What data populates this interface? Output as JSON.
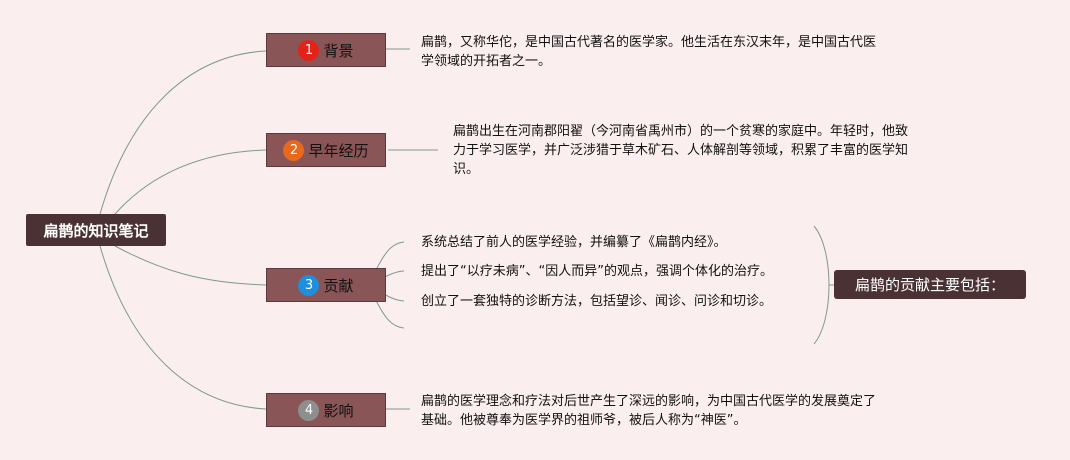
{
  "root": {
    "label": "扁鹊的知识笔记"
  },
  "branches": [
    {
      "number": "1",
      "label": "背景",
      "number_color": "#e2231a",
      "lines": [
        "扁鹊，又称华佗，是中国古代著名的医学家。他生活在东汉末年，是中国古代医",
        "学领域的开拓者之一。"
      ]
    },
    {
      "number": "2",
      "label": "早年经历",
      "number_color": "#e8691c",
      "lines": [
        "扁鹊出生在河南郡阳翟（今河南省禹州市）的一个贫寒的家庭中。年轻时，他致",
        "力于学习医学，并广泛涉猎于草木矿石、人体解剖等领域，积累了丰富的医学知",
        "识。"
      ]
    },
    {
      "number": "3",
      "label": "贡献",
      "number_color": "#1e8fdc",
      "items": [
        "系统总结了前人的医学经验，并编纂了《扁鹊内经》。",
        "提出了“以疗未病”、“因人而异”的观点，强调个体化的治疗。",
        "创立了一套独特的诊断方法，包括望诊、闻诊、问诊和切诊。"
      ]
    },
    {
      "number": "4",
      "label": "影响",
      "number_color": "#8e8e8e",
      "lines": [
        "扁鹊的医学理念和疗法对后世产生了深远的影响，为中国古代医学的发展奠定了",
        "基础。他被尊奉为医学界的祖师爷，被后人称为“神医”。"
      ]
    }
  ],
  "summary": {
    "label": "扁鹊的贡献主要包括："
  },
  "colors": {
    "background": "#fbeeee",
    "root_fill": "#4a3134",
    "branch_fill": "#8a5556",
    "line": "#7f9a8c"
  }
}
